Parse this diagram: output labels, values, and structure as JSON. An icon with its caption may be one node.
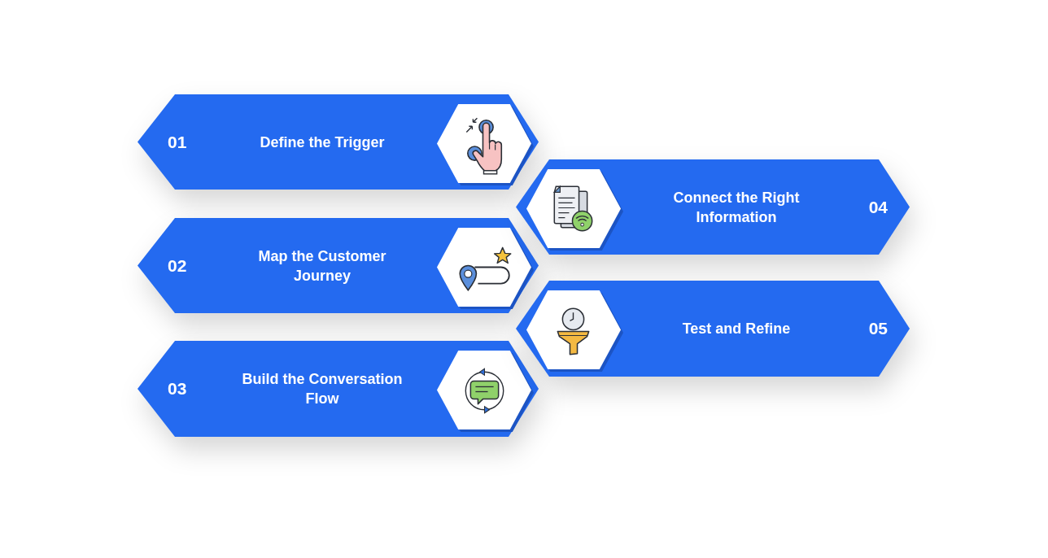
{
  "diagram": {
    "nodes": [
      {
        "text": [
          "01",
          "Define the Trigger"
        ]
      },
      {
        "text": [
          "02",
          "Map the Customer Journey"
        ]
      },
      {
        "text": [
          "03",
          "Build the Conversation Flow"
        ]
      },
      {
        "text": [
          "Connect the Right Information",
          "04"
        ]
      },
      {
        "text": [
          "Test and Refine",
          "05"
        ]
      }
    ]
  }
}
